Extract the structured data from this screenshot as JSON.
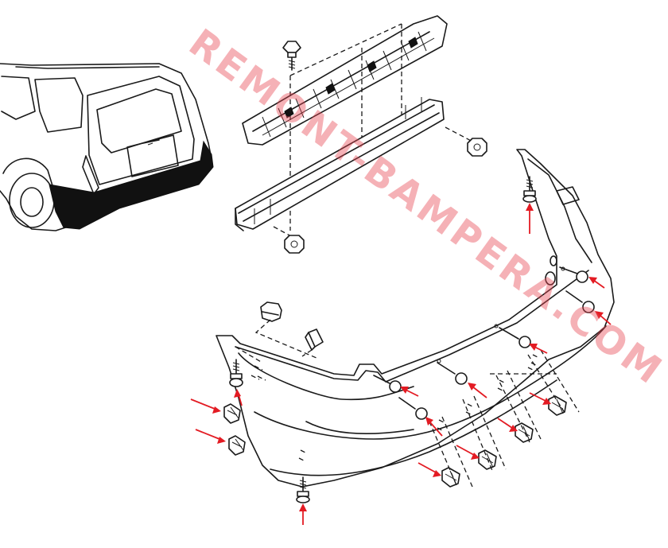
{
  "watermark": {
    "text": "REMONT-BAMPERA.COM",
    "color": "#e84650"
  },
  "diagram": {
    "subject": "rear bumper removal exploded view",
    "parts": [
      "car-rear-view",
      "impact-absorber",
      "bumper-reinforcement-beam",
      "bumper-cover",
      "bolt",
      "nut",
      "clip",
      "bracket"
    ],
    "arrow_color": "#e31b23",
    "line_color": "#1a1a1a"
  }
}
